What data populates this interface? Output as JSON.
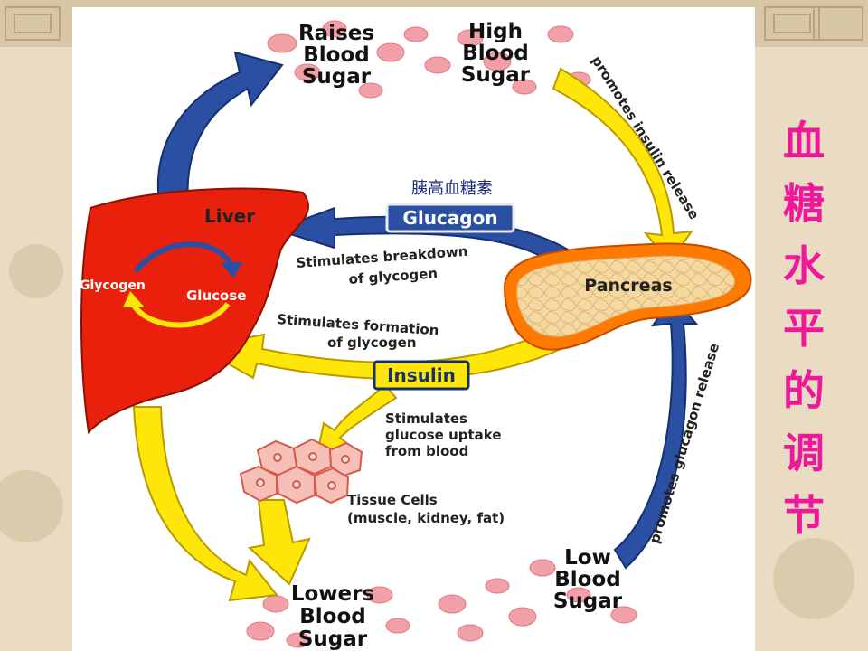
{
  "side_title": [
    "血",
    "糖",
    "水",
    "平",
    "的",
    "调",
    "节"
  ],
  "labels": {
    "raises": [
      "Raises",
      "Blood",
      "Sugar"
    ],
    "high": [
      "High",
      "Blood",
      "Sugar"
    ],
    "low": [
      "Low",
      "Blood",
      "Sugar"
    ],
    "lowers": [
      "Lowers",
      "Blood",
      "Sugar"
    ],
    "liver": "Liver",
    "glycogen": "Glycogen",
    "glucose": "Glucose",
    "glucagon": "Glucagon",
    "glucagon_cn": "胰高血糖素",
    "insulin": "Insulin",
    "pancreas": "Pancreas",
    "breakdown": [
      "Stimulates breakdown",
      "of glycogen"
    ],
    "formation": [
      "Stimulates formation",
      "of glycogen"
    ],
    "uptake": [
      "Stimulates",
      "glucose uptake",
      "from blood"
    ],
    "tissue": [
      "Tissue Cells",
      "(muscle, kidney, fat)"
    ],
    "promotes_insulin": "promotes insulin release",
    "promotes_glucagon": "promotes glucagon release"
  },
  "colors": {
    "title": "#f0189a",
    "liver": "#e8200c",
    "arrow_blue": "#2a4fa3",
    "arrow_yellow": "#ffe60a",
    "pancreas_outer": "#ff7a00",
    "pancreas_inner": "#f6d9a0",
    "glucagon_box": "#2a4fa3",
    "insulin_box": "#ffe60a",
    "rbc": "#f2a0a8"
  }
}
